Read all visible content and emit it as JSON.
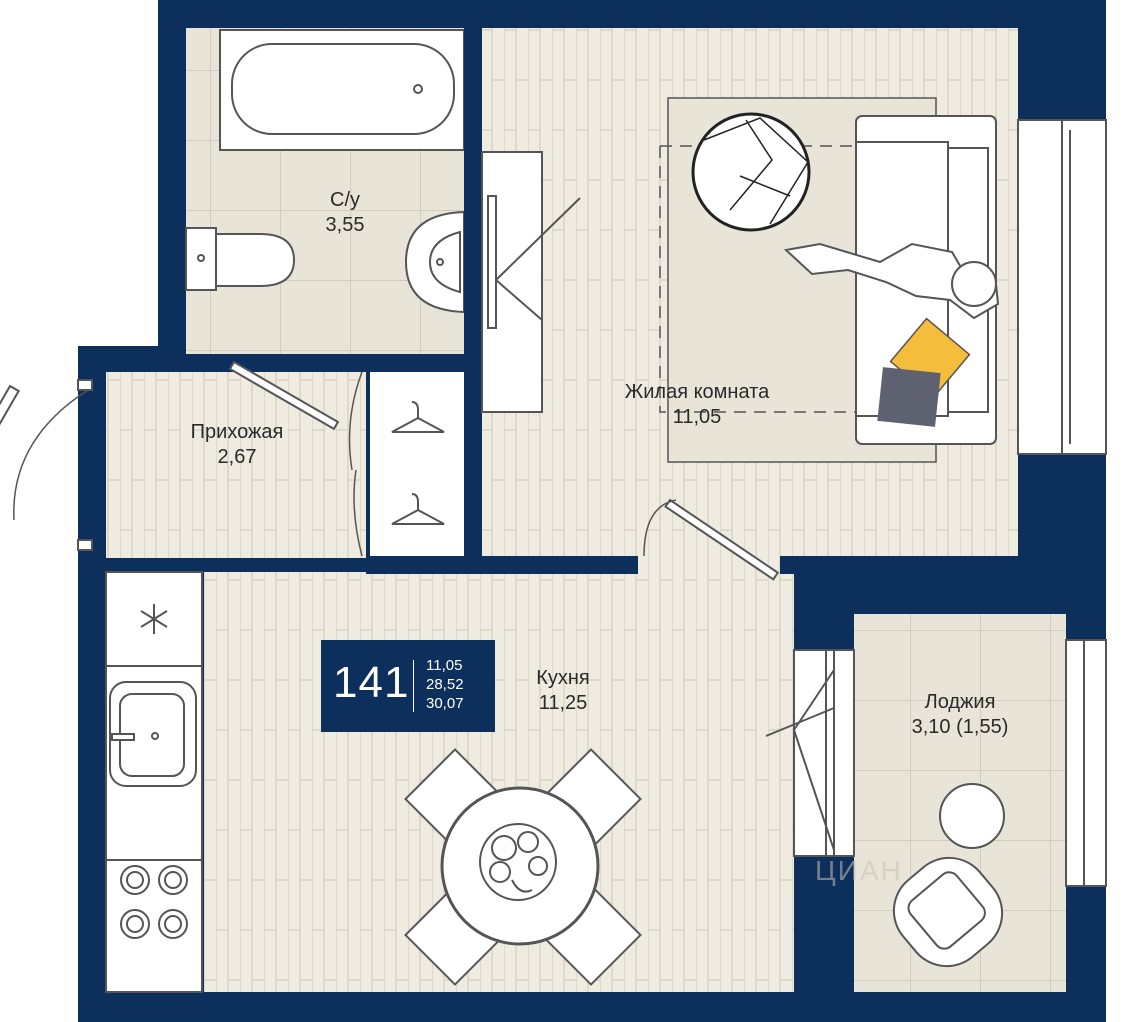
{
  "rooms": {
    "bathroom": {
      "name": "С/у",
      "area": "3,55"
    },
    "hallway": {
      "name": "Прихожая",
      "area": "2,67"
    },
    "living": {
      "name": "Жилая комната",
      "area": "11,05"
    },
    "kitchen": {
      "name": "Кухня",
      "area": "11,25"
    },
    "loggia": {
      "name": "Лоджия",
      "area": "3,10 (1,55)"
    }
  },
  "badge": {
    "number": "141",
    "living_area": "11,05",
    "total_area": "28,52",
    "total_with_loggia": "30,07"
  },
  "watermark": "ЦИАН",
  "colors": {
    "wall": "#0d2f5c",
    "floor_tile": "#e9e4d8",
    "floor_wood": "#efebe1",
    "pillow_yellow": "#f5bd3c",
    "pillow_gray": "#5e6170",
    "furniture_line": "#555555"
  },
  "icons": [
    "bathtub-icon",
    "toilet-icon",
    "sink-icon",
    "wardrobe-hanger-icon",
    "snowflake-icon",
    "stove-icon",
    "dining-table-icon",
    "sofa-icon",
    "round-table-icon",
    "armchair-icon"
  ]
}
